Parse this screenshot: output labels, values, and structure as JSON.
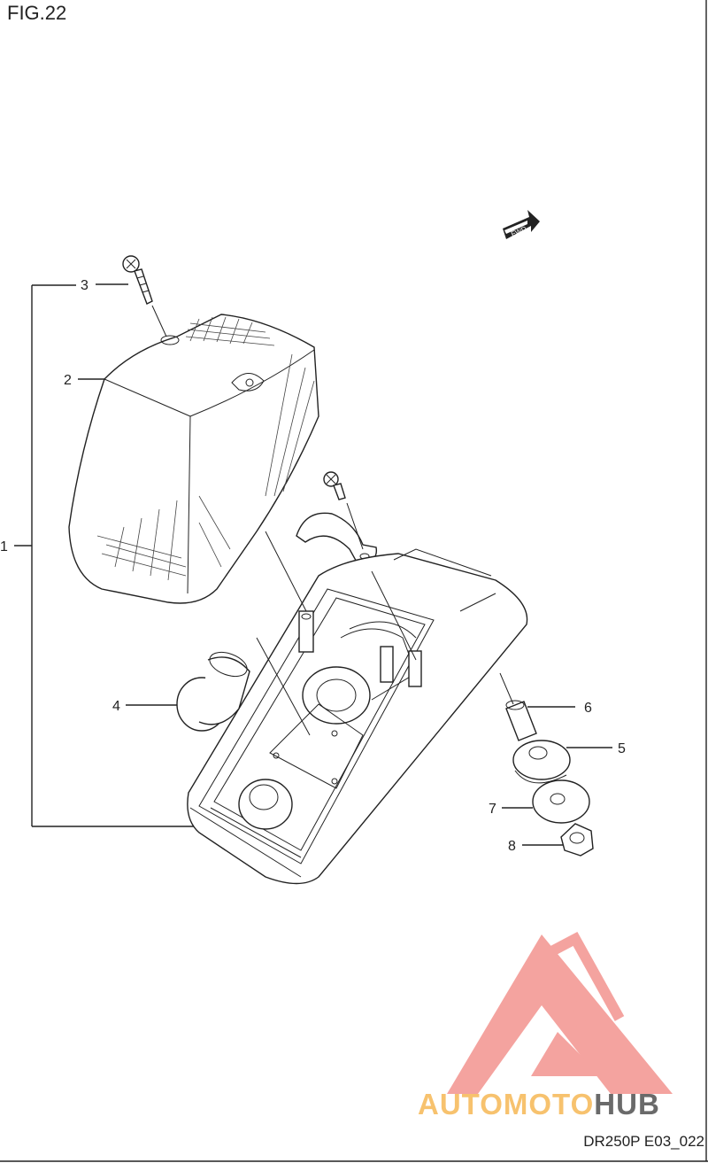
{
  "figure": {
    "title": "FIG.22",
    "code": "DR250P E03_022"
  },
  "direction_marker": {
    "label": "FWD"
  },
  "callouts": [
    {
      "num": "1"
    },
    {
      "num": "2"
    },
    {
      "num": "3"
    },
    {
      "num": "4"
    },
    {
      "num": "5"
    },
    {
      "num": "6"
    },
    {
      "num": "7"
    },
    {
      "num": "8"
    }
  ],
  "watermark": {
    "text_part1": "AUTOMOTO",
    "text_part2": "HUB",
    "color_light": "#f7c26e",
    "color_dark": "#6a6a6a",
    "logo_color": "#f3948f"
  }
}
